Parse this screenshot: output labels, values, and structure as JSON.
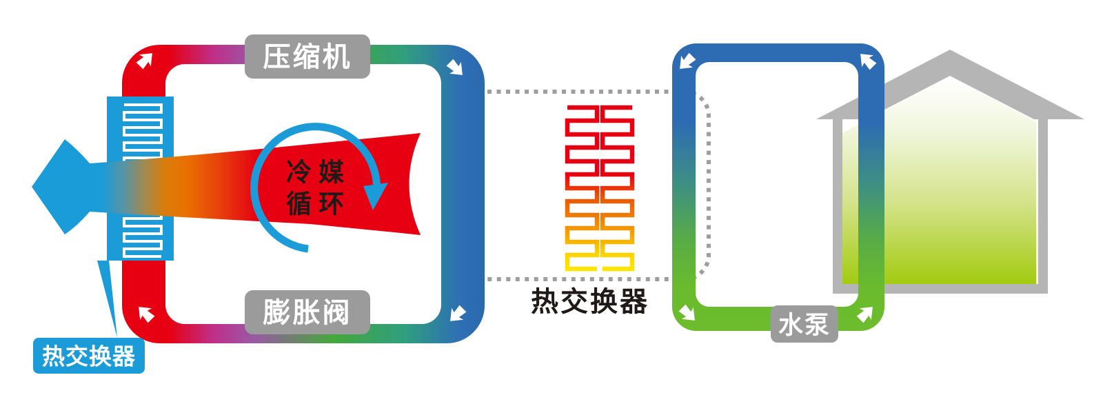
{
  "refrigerant_loop": {
    "compressor_label": "压缩机",
    "expansion_valve_label": "膨胀阀",
    "center_label_line1": "冷媒",
    "center_label_line2": "循环",
    "flow_direction": "clockwise"
  },
  "air_side_heat_exchanger": {
    "label": "热交换器"
  },
  "intermediate_heat_exchanger": {
    "label": "热交换器"
  },
  "water_loop": {
    "pump_label": "水泵",
    "flow_direction": "counterclockwise"
  },
  "icons": {
    "flow_arrow": "white chevron arrow on pipe",
    "refrigerant_cycle_arrow": "clockwise circular arrow",
    "cold_air_arrow": "left-pointing air flow arrow with cold-to-hot gradient",
    "fin_coil": "white serpentine fins in blue exchanger",
    "heat_exchanger_coil": "red-to-yellow double serpentine coil",
    "house": "gray house outline with green gradient interior"
  },
  "colors": {
    "cyan": "#1b9cd8",
    "red": "#e60012",
    "magenta": "#bf2f88",
    "purple": "#9a58a5",
    "green": "#44a83b",
    "teal": "#309e7f",
    "blue": "#2d6cb3",
    "water_green": "#6cbc2d",
    "label_gray": "#9b9b9b",
    "house_gray": "#b5b5b5",
    "dot_gray": "#9e9e9e",
    "coil_orange": "#f08300",
    "coil_yellow": "#ffd800",
    "house_green": "#a2cb10",
    "text_black": "#1f1a17",
    "arrow_white": "#ffffff"
  }
}
